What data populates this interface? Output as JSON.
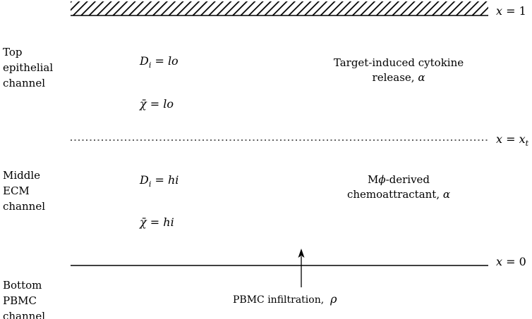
{
  "channels": {
    "top": [
      "Top",
      "epithelial",
      "channel"
    ],
    "middle": [
      "Middle",
      "ECM",
      "channel"
    ],
    "bottom": [
      "Bottom",
      "PBMC",
      "channel"
    ]
  },
  "boundaries": {
    "top": {
      "lhs": "x",
      "rhs": "1"
    },
    "interface": {
      "lhs": "x",
      "rhs_base": "x",
      "rhs_sub": "t"
    },
    "bottom": {
      "lhs": "x",
      "rhs": "0"
    }
  },
  "top_params": {
    "diffusion": {
      "symbol": "D",
      "sub": "i",
      "value": "lo"
    },
    "chemotaxis": {
      "symbol": "χ̄",
      "value": "lo"
    },
    "source": [
      "Target-induced cytokine",
      "release, "
    ],
    "source_symbol": "α"
  },
  "middle_params": {
    "diffusion": {
      "symbol": "D",
      "sub": "i",
      "value": "hi"
    },
    "chemotaxis": {
      "symbol": "χ̄",
      "value": "hi"
    },
    "source_line1_pre": "M",
    "source_line1_sym": "ϕ",
    "source_line1_post": "-derived",
    "source_line2": "chemoattractant, ",
    "source_symbol": "α"
  },
  "infiltration": {
    "label": "PBMC infiltration,  ",
    "symbol": "ρ"
  }
}
